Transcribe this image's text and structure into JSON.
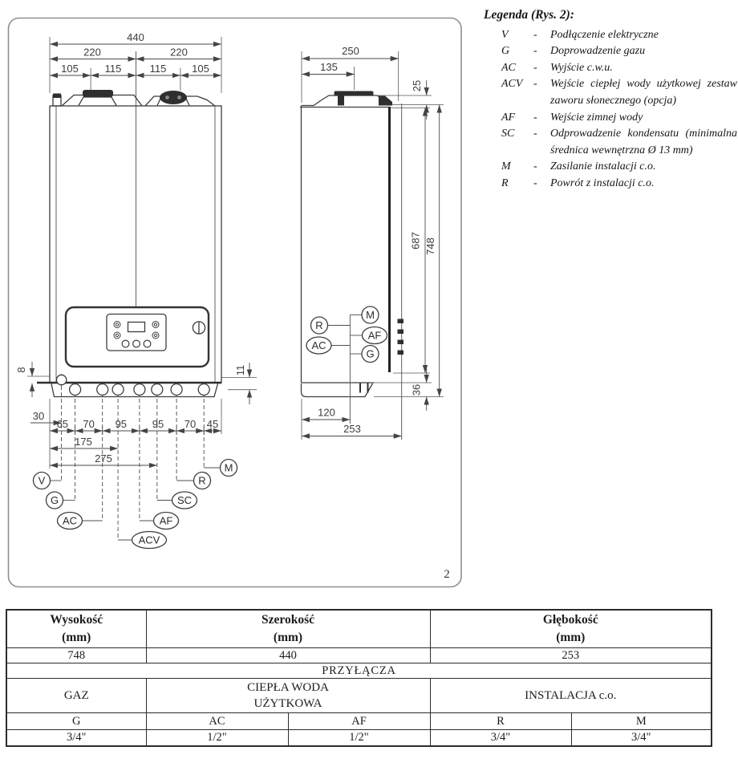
{
  "figure": {
    "page_number": "2",
    "front": {
      "w_total": "440",
      "w_half": [
        "220",
        "220"
      ],
      "w_quarter": [
        "105",
        "115",
        "115",
        "105"
      ],
      "gap_left": "8",
      "gap_right": "11",
      "off_v": "30",
      "chain": [
        "65",
        "70",
        "95",
        "95",
        "70",
        "45"
      ],
      "to_acv": "175",
      "to_sc": "275",
      "conn": {
        "v": "V",
        "g": "G",
        "ac": "AC",
        "acv": "ACV",
        "af": "AF",
        "sc": "SC",
        "r": "R",
        "m": "M"
      }
    },
    "side": {
      "d_total_top": "250",
      "d_flue": "135",
      "h_top": "25",
      "h_inner": "687",
      "h_total": "748",
      "h_bottom": "36",
      "d_conn": "120",
      "d_total_bottom": "253",
      "conn": {
        "r": "R",
        "ac": "AC",
        "m": "M",
        "af": "AF",
        "g": "G"
      }
    }
  },
  "legend": {
    "title": "Legenda (Rys. 2):",
    "dash": "-",
    "items": [
      {
        "symbol": "V",
        "desc": "Podłączenie elektryczne"
      },
      {
        "symbol": "G",
        "desc": "Doprowadzenie gazu"
      },
      {
        "symbol": "AC",
        "desc": "Wyjście c.w.u."
      },
      {
        "symbol": "ACV",
        "desc": "Wejście ciepłej wody użytkowej zestaw zaworu słonecznego (opcja)"
      },
      {
        "symbol": "AF",
        "desc": "Wejście zimnej wody"
      },
      {
        "symbol": "SC",
        "desc": "Odprowadzenie kondensatu (minimalna średnica wewnętrzna Ø 13 mm)"
      },
      {
        "symbol": "M",
        "desc": "Zasilanie instalacji c.o."
      },
      {
        "symbol": "R",
        "desc": "Powrót z instalacji c.o."
      }
    ]
  },
  "table": {
    "headers": [
      {
        "label": "Wysokość",
        "unit": "(mm)"
      },
      {
        "label": "Szerokość",
        "unit": "(mm)"
      },
      {
        "label": "Głębokość",
        "unit": "(mm)"
      }
    ],
    "values": [
      "748",
      "440",
      "253"
    ],
    "section_title": "PRZYŁĄCZA",
    "groups": [
      "GAZ",
      "CIEPŁA WODA UŻYTKOWA",
      "INSTALACJA c.o."
    ],
    "conn_headers": [
      "G",
      "AC",
      "AF",
      "R",
      "M"
    ],
    "conn_values": [
      "3/4\"",
      "1/2\"",
      "1/2\"",
      "3/4\"",
      "3/4\""
    ]
  }
}
